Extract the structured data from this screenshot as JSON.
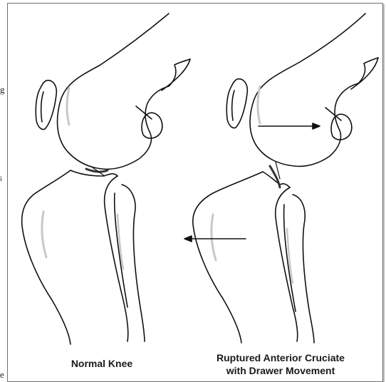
{
  "margin_fragments": [
    "g",
    "i",
    "e"
  ],
  "labels": {
    "normal": "Normal Knee",
    "ruptured_line1": "Ruptured Anterior Cruciate",
    "ruptured_line2": "with Drawer Movement"
  },
  "colors": {
    "line": "#111111",
    "shade": "#c8c8c8",
    "frame": "#6f6f6f"
  }
}
